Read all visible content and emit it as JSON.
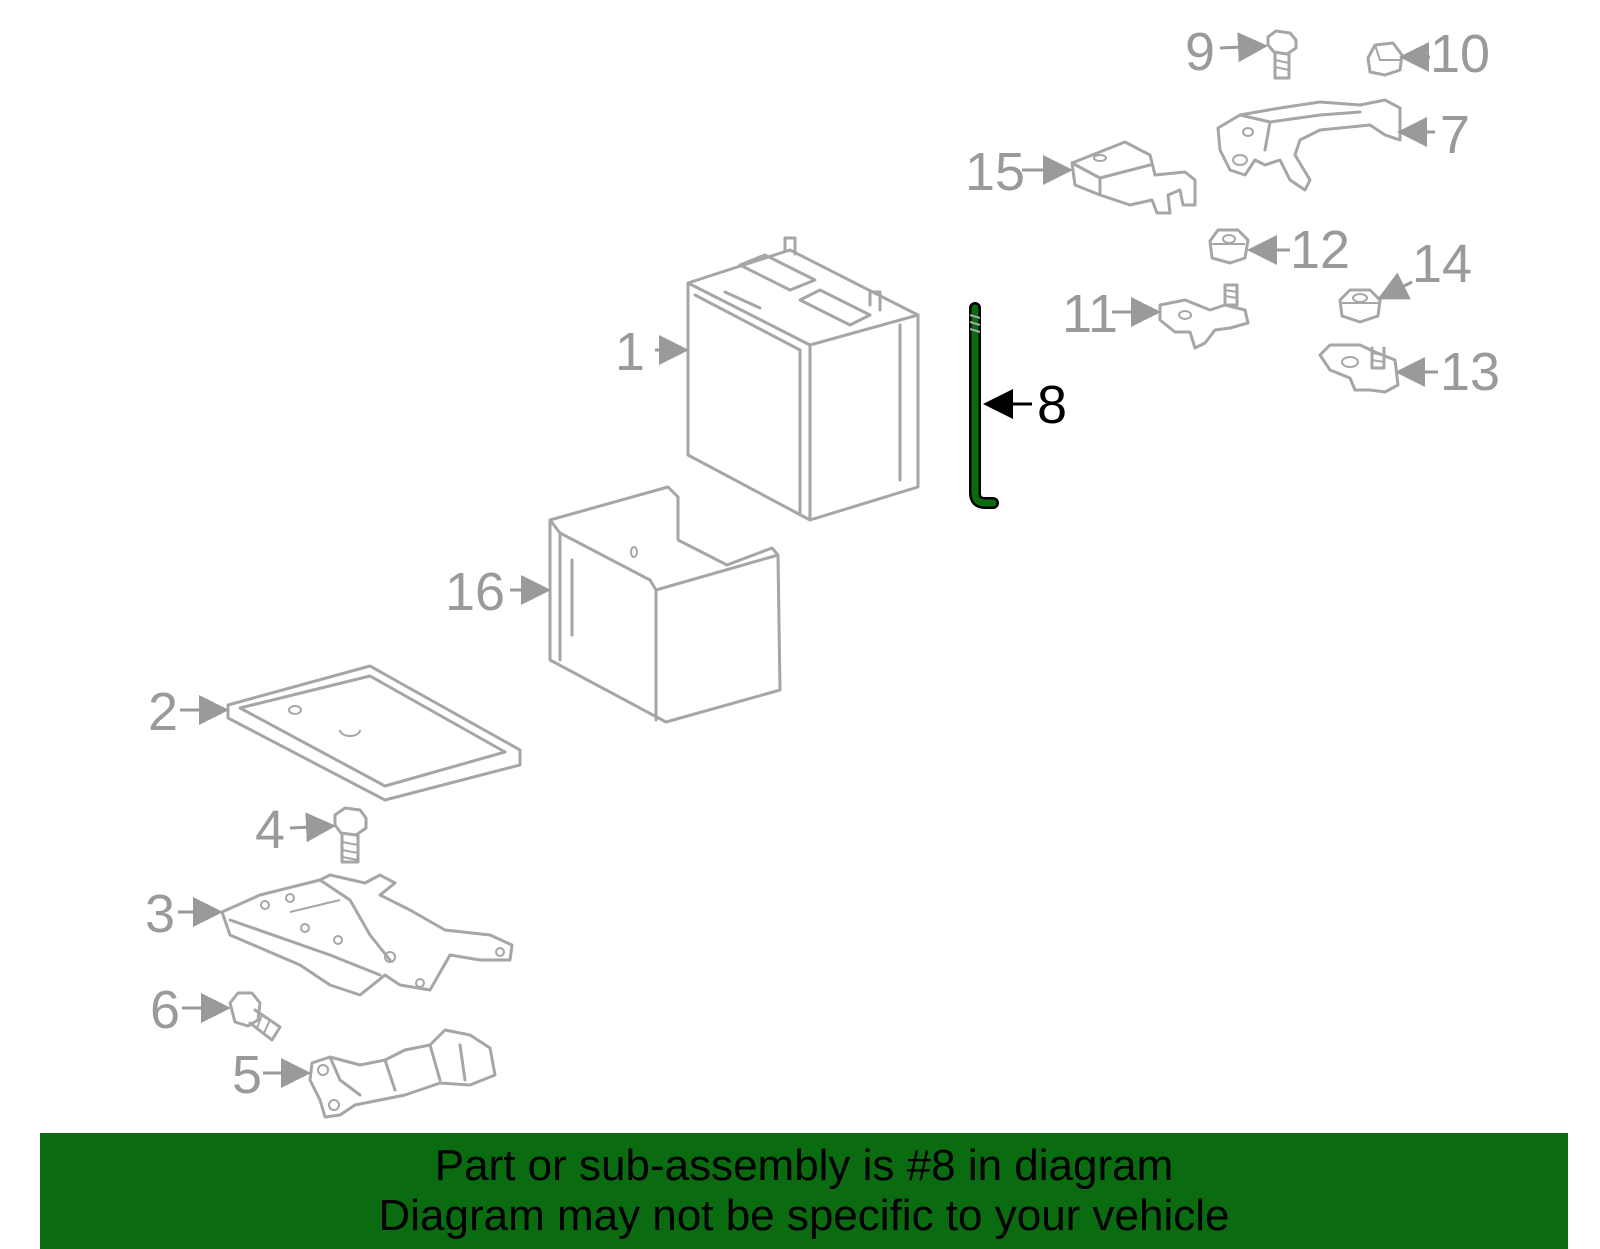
{
  "callouts": {
    "c1": "1",
    "c2": "2",
    "c3": "3",
    "c4": "4",
    "c5": "5",
    "c6": "6",
    "c7": "7",
    "c8": "8",
    "c9": "9",
    "c10": "10",
    "c11": "11",
    "c12": "12",
    "c13": "13",
    "c14": "14",
    "c15": "15",
    "c16": "16"
  },
  "colors": {
    "highlight_part": "#0a6b10",
    "banner_background": "#0a6b10",
    "part_outline": "#a6a6a6"
  },
  "banner": {
    "line1": "Part or sub-assembly is #8 in diagram",
    "line2": "Diagram may not be specific to your vehicle"
  }
}
